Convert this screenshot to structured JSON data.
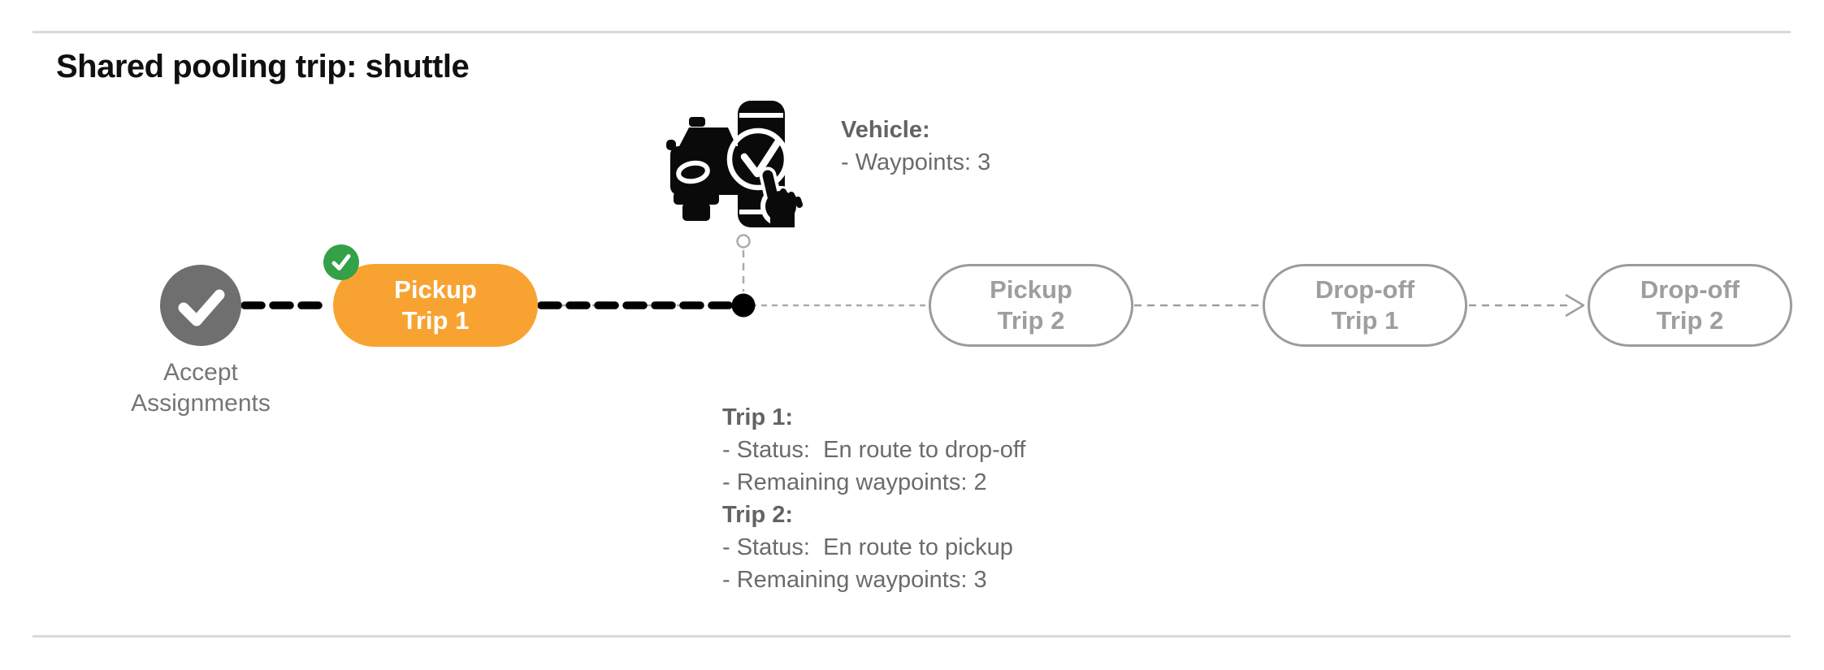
{
  "page": {
    "title": "Shared pooling trip: shuttle"
  },
  "colors": {
    "accent_orange": "#F8A331",
    "success_green": "#34A047",
    "completed_node_gray": "#6F6F6F",
    "upcoming_outline_gray": "#9B9B9B",
    "text_gray": "#6B6B6B",
    "path_black": "#000000",
    "rule_gray": "#D9D9D9"
  },
  "icons": {
    "completed_node": "check-icon",
    "completed_badge": "check-icon",
    "vehicle_marker": "taxi-phone-check-icon"
  },
  "timeline": {
    "nodes": [
      {
        "id": "accept-assignments",
        "label": "Accept\nAssignments",
        "state": "completed"
      },
      {
        "id": "pickup-trip-1",
        "label": "Pickup\nTrip 1",
        "state": "completed-current",
        "badge": "check"
      },
      {
        "id": "pickup-trip-2",
        "label": "Pickup\nTrip 2",
        "state": "upcoming"
      },
      {
        "id": "dropoff-trip-1",
        "label": "Drop-off\nTrip 1",
        "state": "upcoming"
      },
      {
        "id": "dropoff-trip-2",
        "label": "Drop-off\nTrip 2",
        "state": "upcoming"
      }
    ],
    "vehicle_position": "between Pickup Trip 1 and Pickup Trip 2"
  },
  "annotations": {
    "vehicle": {
      "heading": "Vehicle:",
      "waypoints_line": "- Waypoints: 3"
    },
    "trips": [
      {
        "heading": "Trip 1:",
        "status_line": "- Status:  En route to drop-off",
        "waypoints_line": "- Remaining waypoints: 2"
      },
      {
        "heading": "Trip 2:",
        "status_line": "- Status:  En route to pickup",
        "waypoints_line": "- Remaining waypoints: 3"
      }
    ]
  }
}
